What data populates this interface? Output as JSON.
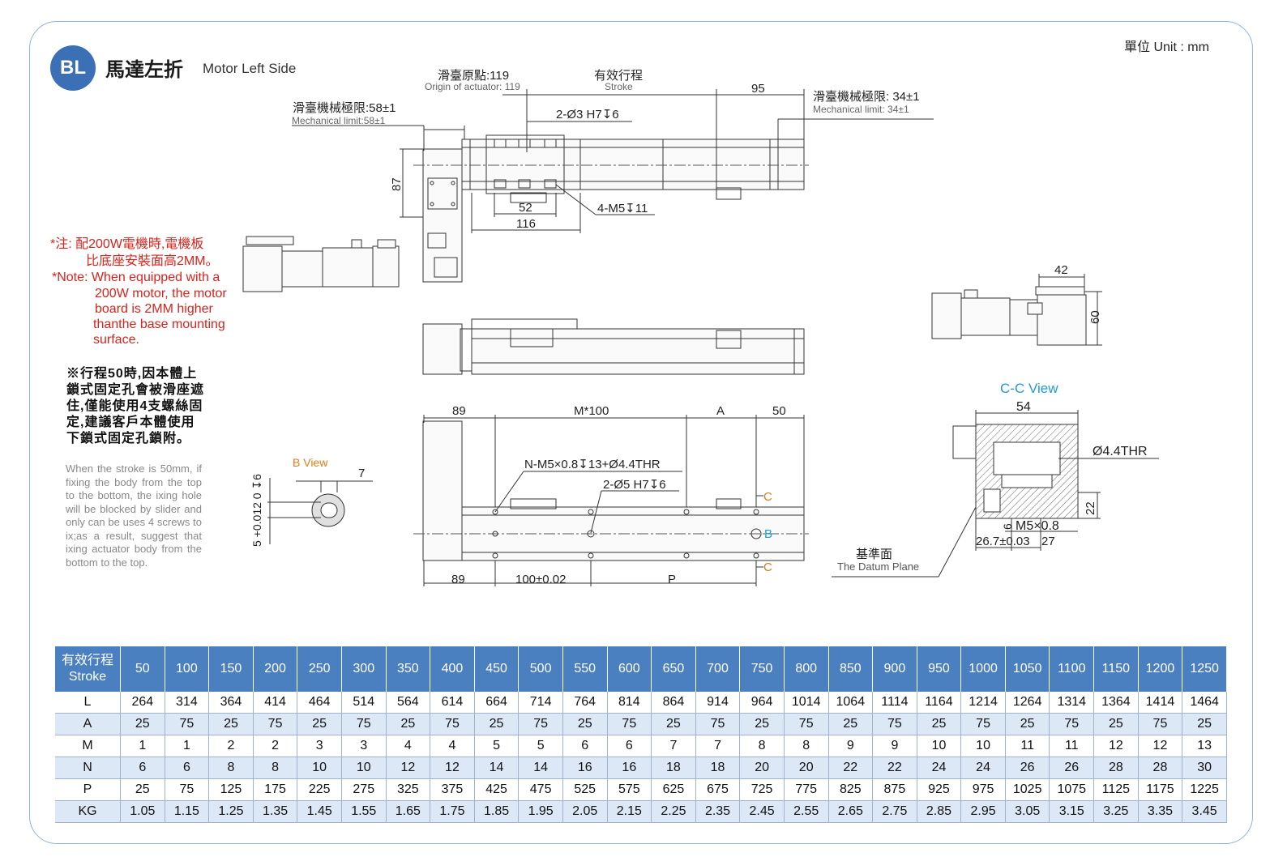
{
  "header": {
    "badge": "BL",
    "title_zh": "馬達左折",
    "title_en": "Motor Left Side",
    "unit": "單位 Unit : mm"
  },
  "colors": {
    "accent": "#3b6fb6",
    "table_header": "#4a7fc0",
    "table_alt_row": "#dce8f6",
    "note_red": "#d8231c",
    "view_label_blue": "#1e9bd7",
    "view_label_orange": "#e07b16"
  },
  "notes": {
    "red_zh_1": "*注:  配200W電機時,電機板",
    "red_zh_2": "比底座安裝面高2MM。",
    "red_en_1": "*Note: When equipped with a",
    "red_en_2": "200W motor, the motor",
    "red_en_3": "board  is  2MM  higher",
    "red_en_4": "thanthe base mounting",
    "red_en_5": "surface.",
    "stroke_zh": "※行程50時,因本體上鎖式固定孔會被滑座遮住,僅能使用4支螺絲固定,建議客戶本體使用下鎖式固定孔鎖附。",
    "stroke_en": "When the stroke is 50mm, if fixing the body from the top to the bottom, the ixing hole will be blocked by slider and only can be uses 4 screws to ix;as a result, suggest that ixing actuator body from the bottom to the top."
  },
  "drawing": {
    "origin_zh": "滑臺原點:119",
    "origin_en": "Origin of actuator:  119",
    "stroke_zh": "有效行程",
    "stroke_en": "Stroke",
    "mech_left_zh": "滑臺機械極限:58±1",
    "mech_left_en": "Mechanical limit:58±1",
    "mech_right_zh": "滑臺機械極限: 34±1",
    "mech_right_en": "Mechanical limit: 34±1",
    "dim_95": "95",
    "dim_87": "87",
    "dim_holes_top": "2-Ø3 H7↧6",
    "dim_52": "52",
    "dim_116": "116",
    "dim_m5": "4-M5↧11",
    "dim_42": "42",
    "dim_60": "60",
    "dim_89_top": "89",
    "dim_m100": "M*100",
    "dim_a": "A",
    "dim_50": "50",
    "dim_n_m5": "N-M5×0.8↧13+Ø4.4THR",
    "dim_2_5": "2-Ø5 H7↧6",
    "dim_89_bot": "89",
    "dim_100": "100±0.02",
    "dim_p": "P",
    "label_c1": "C",
    "label_c2": "C",
    "label_b": "B",
    "b_view": "B View",
    "dim_7": "7",
    "dim_b_side": "5 +0.012 0  ↧6",
    "cc_view": "C-C View",
    "dim_54": "54",
    "dim_thr": "Ø4.4THR",
    "dim_22": "22",
    "dim_6": "6",
    "dim_m5_08": "M5×0.8",
    "dim_267": "26.7±0.03",
    "dim_27": "27",
    "datum_zh": "基準面",
    "datum_en": "The Datum Plane"
  },
  "table": {
    "header_zh": "有效行程",
    "header_en": "Stroke",
    "strokes": [
      "50",
      "100",
      "150",
      "200",
      "250",
      "300",
      "350",
      "400",
      "450",
      "500",
      "550",
      "600",
      "650",
      "700",
      "750",
      "800",
      "850",
      "900",
      "950",
      "1000",
      "1050",
      "1100",
      "1150",
      "1200",
      "1250"
    ],
    "rows": [
      {
        "label": "L",
        "values": [
          "264",
          "314",
          "364",
          "414",
          "464",
          "514",
          "564",
          "614",
          "664",
          "714",
          "764",
          "814",
          "864",
          "914",
          "964",
          "1014",
          "1064",
          "1114",
          "1164",
          "1214",
          "1264",
          "1314",
          "1364",
          "1414",
          "1464"
        ]
      },
      {
        "label": "A",
        "values": [
          "25",
          "75",
          "25",
          "75",
          "25",
          "75",
          "25",
          "75",
          "25",
          "75",
          "25",
          "75",
          "25",
          "75",
          "25",
          "75",
          "25",
          "75",
          "25",
          "75",
          "25",
          "75",
          "25",
          "75",
          "25"
        ]
      },
      {
        "label": "M",
        "values": [
          "1",
          "1",
          "2",
          "2",
          "3",
          "3",
          "4",
          "4",
          "5",
          "5",
          "6",
          "6",
          "7",
          "7",
          "8",
          "8",
          "9",
          "9",
          "10",
          "10",
          "11",
          "11",
          "12",
          "12",
          "13"
        ]
      },
      {
        "label": "N",
        "values": [
          "6",
          "6",
          "8",
          "8",
          "10",
          "10",
          "12",
          "12",
          "14",
          "14",
          "16",
          "16",
          "18",
          "18",
          "20",
          "20",
          "22",
          "22",
          "24",
          "24",
          "26",
          "26",
          "28",
          "28",
          "30"
        ]
      },
      {
        "label": "P",
        "values": [
          "25",
          "75",
          "125",
          "175",
          "225",
          "275",
          "325",
          "375",
          "425",
          "475",
          "525",
          "575",
          "625",
          "675",
          "725",
          "775",
          "825",
          "875",
          "925",
          "975",
          "1025",
          "1075",
          "1125",
          "1175",
          "1225"
        ]
      },
      {
        "label": "KG",
        "values": [
          "1.05",
          "1.15",
          "1.25",
          "1.35",
          "1.45",
          "1.55",
          "1.65",
          "1.75",
          "1.85",
          "1.95",
          "2.05",
          "2.15",
          "2.25",
          "2.35",
          "2.45",
          "2.55",
          "2.65",
          "2.75",
          "2.85",
          "2.95",
          "3.05",
          "3.15",
          "3.25",
          "3.35",
          "3.45"
        ]
      }
    ]
  }
}
